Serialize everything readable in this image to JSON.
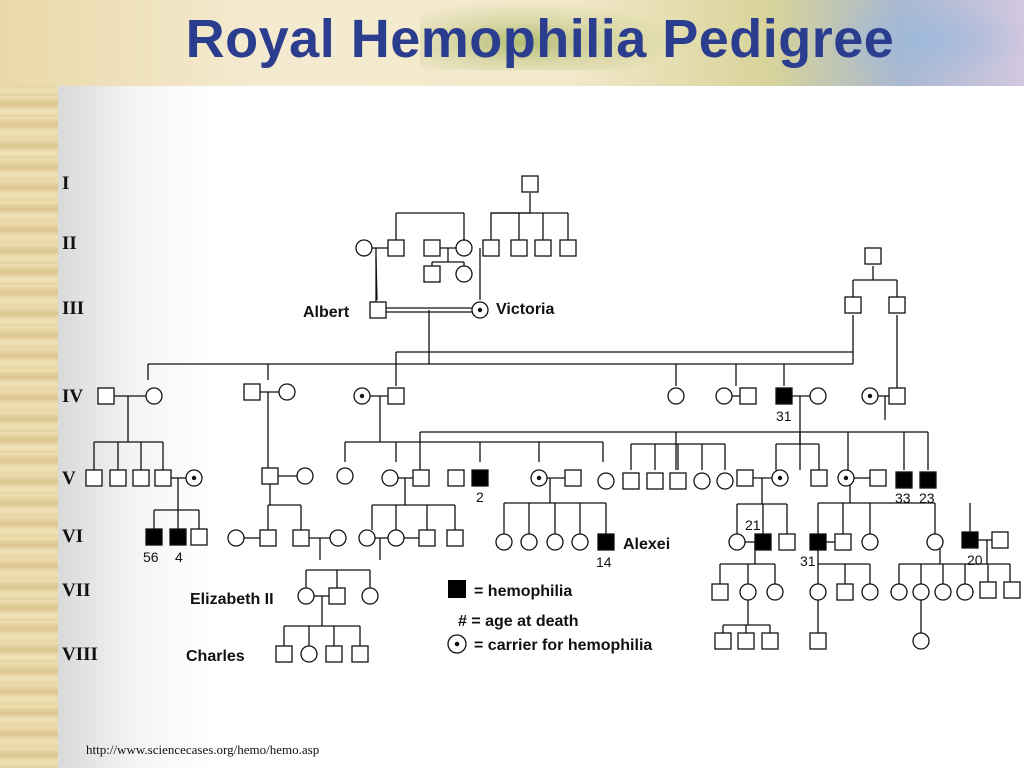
{
  "slide": {
    "title": "Royal Hemophilia Pedigree",
    "source_url": "http://www.sciencecases.org/hemo/hemo.asp"
  },
  "generations": [
    "I",
    "II",
    "III",
    "IV",
    "V",
    "VI",
    "VII",
    "VIII"
  ],
  "people": {
    "albert": "Albert",
    "victoria": "Victoria",
    "alexei": "Alexei",
    "elizabeth": "Elizabeth II",
    "charles": "Charles"
  },
  "ages_at_death": {
    "iv_a": "31",
    "v_a": "2",
    "v_b": "33",
    "v_c": "23",
    "vi_a": "56",
    "vi_b": "4",
    "vi_c": "14",
    "vi_d": "21",
    "vi_e": "31",
    "vi_f": "20"
  },
  "legend": {
    "hemophilia": "= hemophilia",
    "age": "# = age at death",
    "carrier": "= carrier for hemophilia"
  }
}
